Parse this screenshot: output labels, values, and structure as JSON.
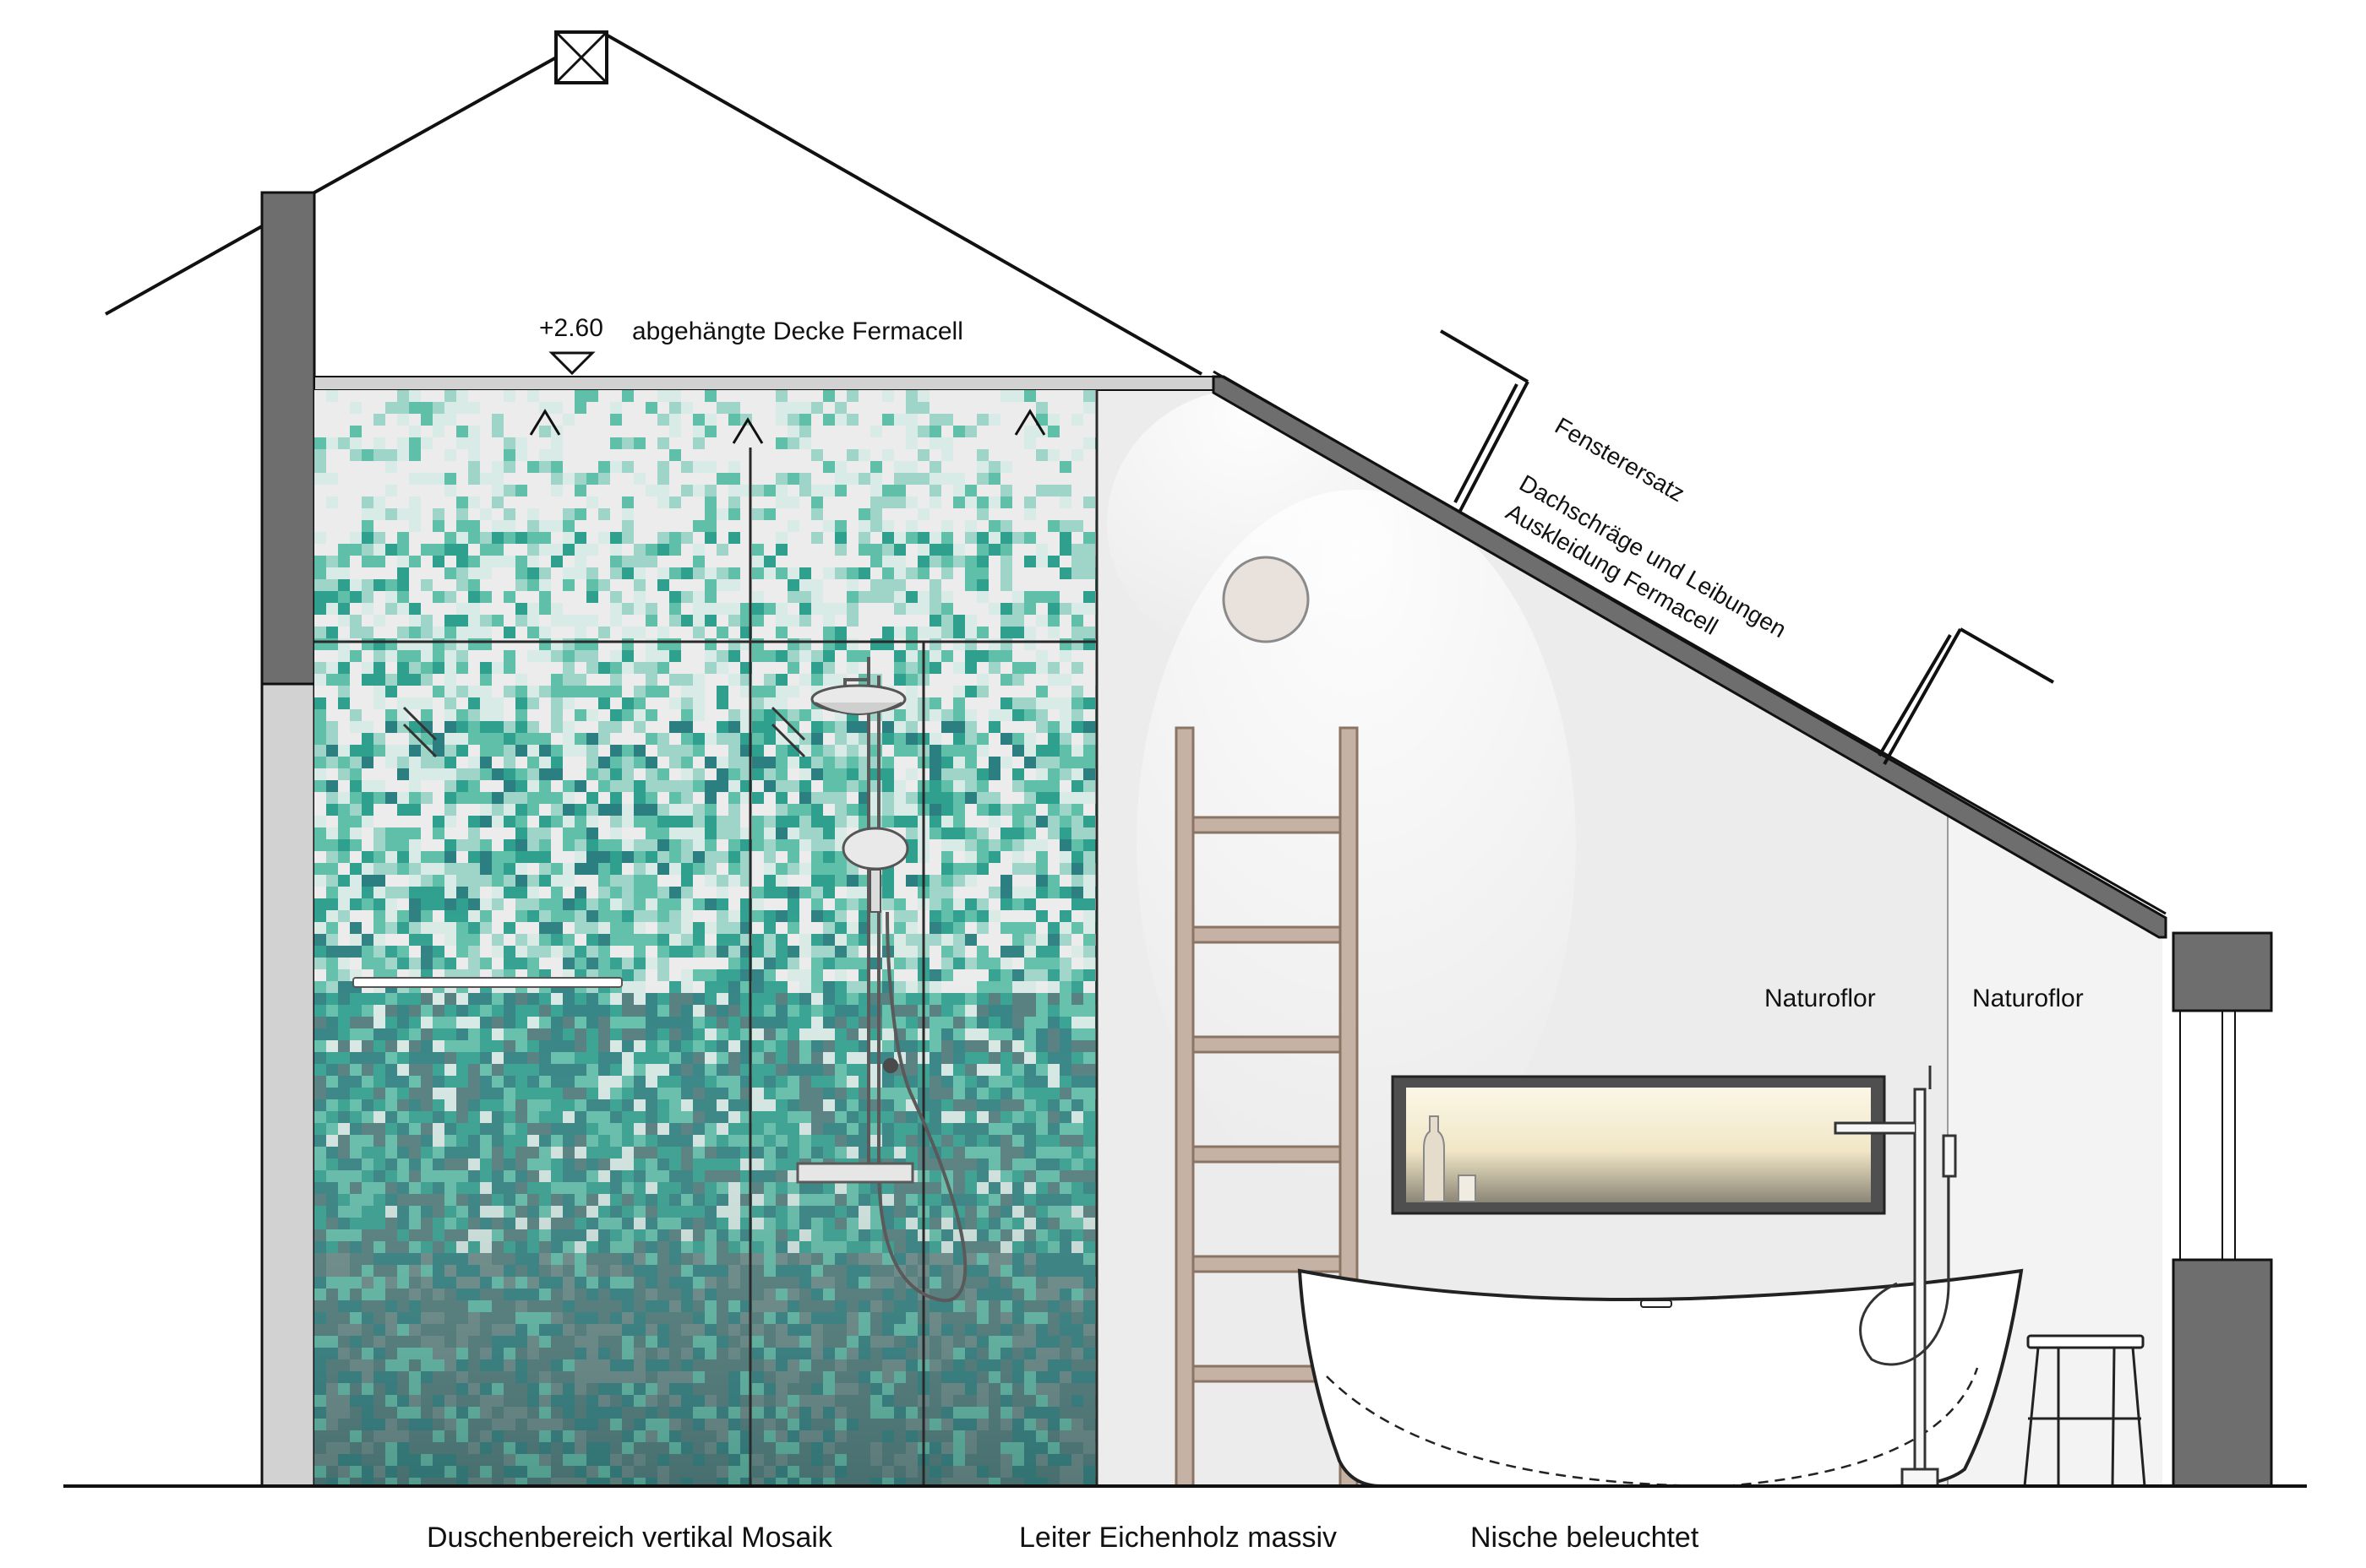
{
  "labels": {
    "elevation": "+2.60",
    "ceiling": "abgehängte Decke Fermacell",
    "window": "Fensterersatz",
    "slope_line1": "Dachschräge und Leibungen",
    "slope_line2": "Auskleidung Fermacell",
    "naturoflor_1": "Naturoflor",
    "naturoflor_2": "Naturoflor",
    "shower_caption": "Duschenbereich vertikal Mosaik",
    "ladder_caption": "Leiter Eichenholz massiv",
    "niche_caption": "Nische beleuchtet"
  },
  "colors": {
    "line": "#111111",
    "wall_dark": "#6e6e6e",
    "wall_light": "#d2d2d2",
    "room_wall": "#ececec",
    "oak": "#b5a092",
    "niche_glow": "#f1e7c7",
    "mosaic_palette": [
      "#ececec",
      "#d9ebe6",
      "#9fd5c9",
      "#5fbfa9",
      "#2f9f8e",
      "#2c7f80",
      "#4f7a7a",
      "#6a8a88"
    ]
  }
}
